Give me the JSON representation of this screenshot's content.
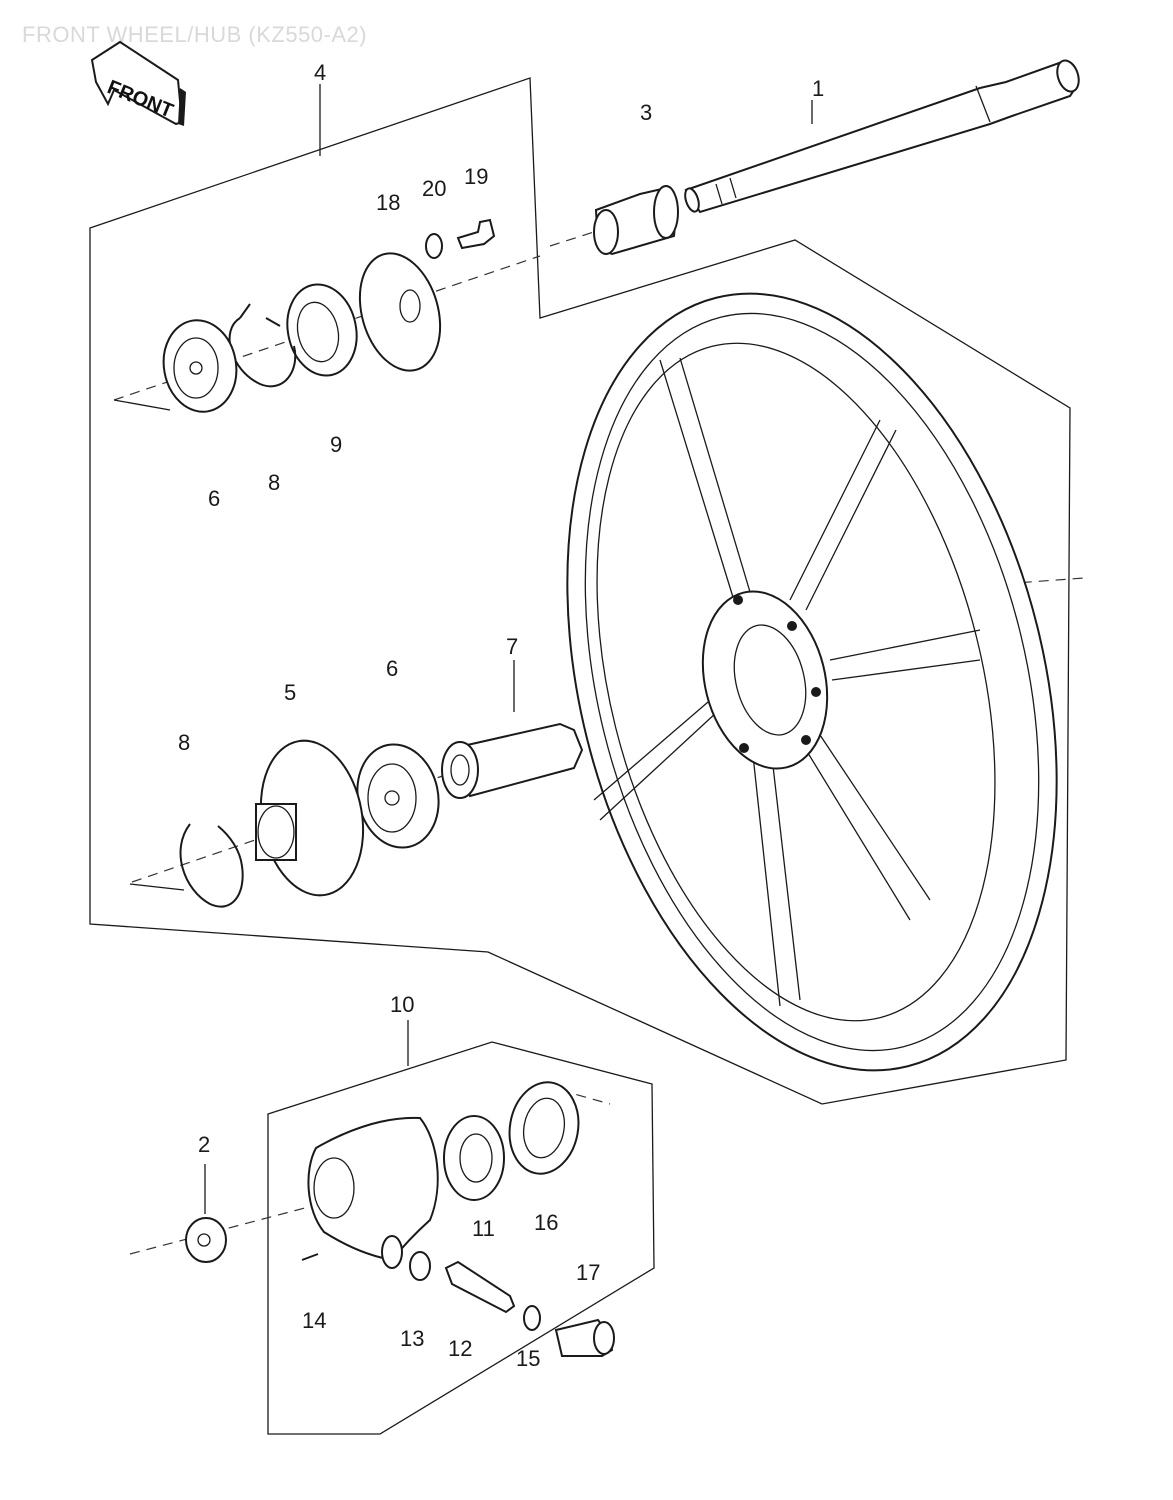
{
  "title": "FRONT WHEEL/HUB (KZ550-A2)",
  "front_marker": "FRONT",
  "part_numbers": {
    "axle": "1",
    "axle_nut": "2",
    "collar": "3",
    "hub_assembly_group": "4",
    "hub_cover": "5",
    "ball_bearing_left": "6",
    "ball_bearing_right": "6",
    "distance_collar": "7",
    "circlip_left": "8",
    "circlip_right": "8",
    "grease_seal": "9",
    "speedometer_gear_group": "10",
    "speedometer_gear": "11",
    "speedometer_pinion": "12",
    "washer": "13",
    "pin": "14",
    "washer_small": "15",
    "oil_seal": "16",
    "bushing": "17",
    "disc_plate": "18",
    "bolt": "19",
    "lock_washer": "20"
  }
}
